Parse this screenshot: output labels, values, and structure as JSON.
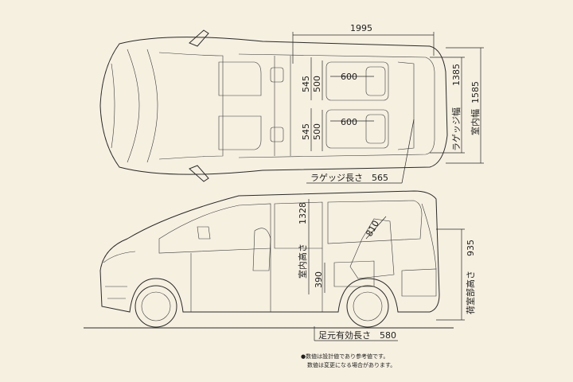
{
  "dimensions": {
    "top_length_1995": "1995",
    "width_1385": "1385",
    "width_1585": "1585",
    "seat_545_upper": "545",
    "seat_500_upper": "500",
    "seat_600_upper": "600",
    "seat_545_lower": "545",
    "seat_500_lower": "500",
    "seat_600_lower": "600",
    "height_1328": "1328",
    "seat_810": "810",
    "height_390": "390",
    "height_935": "935"
  },
  "labels": {
    "luggage_width": "ラゲッジ幅",
    "cabin_width": "室内幅",
    "luggage_length": "ラゲッジ長さ　565",
    "cabin_height": "室内高さ",
    "luggage_height": "荷室部高さ",
    "foot_length": "足元有効長さ　580"
  },
  "notes": {
    "line1": "●数値は設計値であり参考値です。",
    "line2": "数値は変更になる場合があります。"
  },
  "colors": {
    "background": "#f6f0e1",
    "line": "#2a2a2a"
  }
}
